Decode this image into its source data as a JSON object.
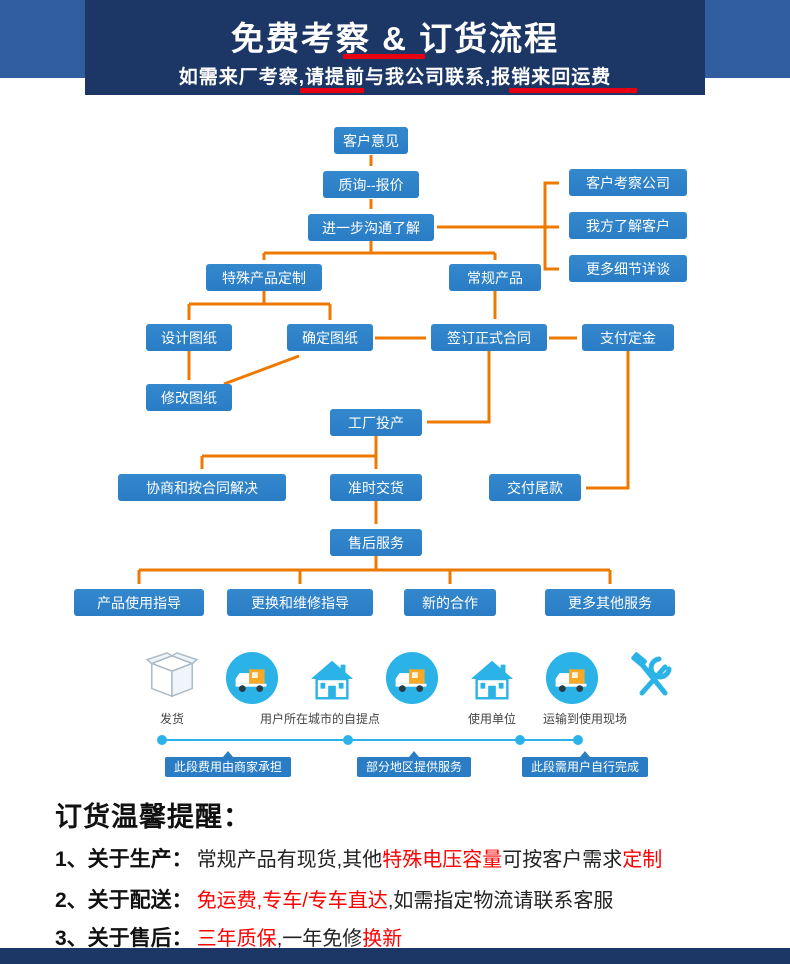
{
  "colors": {
    "navy": "#1c3766",
    "ribbon": "#2f5d9e",
    "boxblue": "#2a7dc5",
    "orange": "#ee7800",
    "red": "#e60012",
    "lightblue": "#2bb3e8",
    "textred": "#ff0000"
  },
  "header": {
    "title": "免费考察 & 订货流程",
    "subtitle": "如需来厂考察,请提前与我公司联系,报销来回运费"
  },
  "flow": {
    "nodes": [
      {
        "label": "客户意见"
      },
      {
        "label": "质询--报价"
      },
      {
        "label": "进一步沟通了解"
      },
      {
        "label": "客户考察公司"
      },
      {
        "label": "我方了解客户"
      },
      {
        "label": "更多细节详谈"
      },
      {
        "label": "特殊产品定制"
      },
      {
        "label": "常规产品"
      },
      {
        "label": "设计图纸"
      },
      {
        "label": "确定图纸"
      },
      {
        "label": "签订正式合同"
      },
      {
        "label": "支付定金"
      },
      {
        "label": "修改图纸"
      },
      {
        "label": "工厂投产"
      },
      {
        "label": "协商和按合同解决"
      },
      {
        "label": "准时交货"
      },
      {
        "label": "交付尾款"
      },
      {
        "label": "售后服务"
      },
      {
        "label": "产品使用指导"
      },
      {
        "label": "更换和维修指导"
      },
      {
        "label": "新的合作"
      },
      {
        "label": "更多其他服务"
      }
    ]
  },
  "logistics": {
    "icons": [
      "box",
      "truck",
      "house",
      "truck",
      "house",
      "truck",
      "tools"
    ],
    "labels": [
      "发货",
      "用户所在城市的自提点",
      "使用单位",
      "运输到使用现场"
    ],
    "segments": [
      "此段费用由商家承担",
      "部分地区提供服务",
      "此段需用户自行完成"
    ]
  },
  "reminders": {
    "heading": "订货温馨提醒：",
    "items": [
      {
        "label": "1、关于生产：",
        "segments": [
          {
            "text": "常规产品有现货,其他",
            "red": false
          },
          {
            "text": "特殊电压容量",
            "red": true
          },
          {
            "text": "可按客户需求",
            "red": false
          },
          {
            "text": "定制",
            "red": true
          }
        ]
      },
      {
        "label": "2、关于配送：",
        "segments": [
          {
            "text": "免运费,专车/专车直达",
            "red": true
          },
          {
            "text": ",如需指定物流请联系客服",
            "red": false
          }
        ]
      },
      {
        "label": "3、关于售后：",
        "segments": [
          {
            "text": "三年质保",
            "red": true
          },
          {
            "text": ",一年免修",
            "red": false
          },
          {
            "text": "换新",
            "red": true
          }
        ]
      }
    ]
  }
}
